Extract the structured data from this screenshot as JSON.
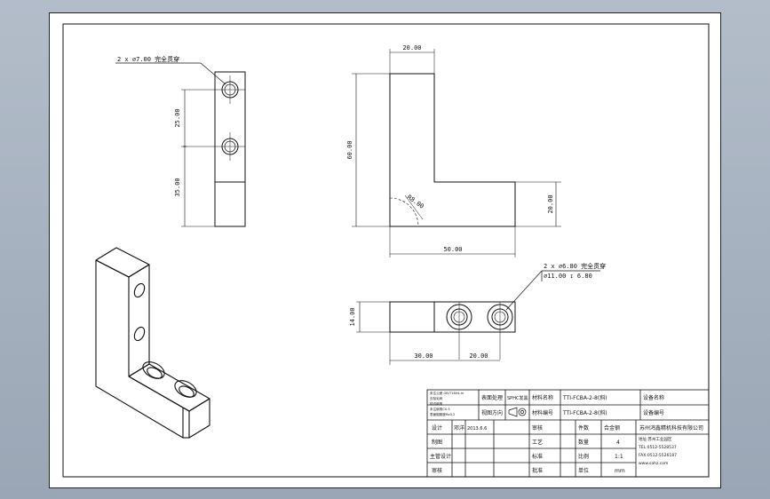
{
  "top_view": {
    "callout": "2 x ∅7.00 完全贯穿",
    "dim_upper": "25.00",
    "dim_lower": "35.00"
  },
  "front_view": {
    "dim_top": "20.00",
    "dim_height": "60.00",
    "dim_radius": "R8.00",
    "dim_step": "20.00",
    "dim_width": "50.00"
  },
  "bottom_view": {
    "callout_line1": "2 x ∅6.80 完全贯穿",
    "callout_line2": "∅11.00 ↧ 6.80",
    "dim_height": "14.00",
    "dim_hole1": "30.00",
    "dim_hole2": "20.00"
  },
  "title_block": {
    "notes": [
      "未注公差 GB/T1804-m",
      "去除毛刺",
      "锐边倒角",
      "未注倒角C0.5",
      "表面粗糙度Ra3.2"
    ],
    "surface_label": "表面处理",
    "surface_value": "SPHC发黑",
    "projection_label": "视图方向",
    "material_label": "材料名称",
    "material_value": "TTI-FCBA-2-8(斜)",
    "material_extra": "设备名称",
    "number_label": "材料编号",
    "number_value": "TTI-FCBA-2-8(斜)",
    "number_extra": "设备编号",
    "rows": [
      {
        "a": "设计",
        "b": "邓洋",
        "c": "2013.6.6",
        "d": "审核"
      },
      {
        "a": "制图",
        "b": "",
        "c": "",
        "d": "工艺"
      },
      {
        "a": "主管设计",
        "b": "",
        "c": "",
        "d": "标准"
      },
      {
        "a": "审核",
        "b": "",
        "c": "",
        "d": "批准"
      }
    ],
    "qty_label": "件数",
    "qty_header": "合金钢",
    "count_label": "数量",
    "count_value": "4",
    "scale_label": "比例",
    "scale_value": "1:1",
    "unit_label": "单位",
    "unit_value": "mm",
    "company": "苏州鸿鑫精机科技有限公司",
    "address": "地址:苏州工业园区",
    "tel": "TEL:0512-5528537",
    "fax": "FAX:0512-5526187",
    "web": "www.sahz.com"
  }
}
